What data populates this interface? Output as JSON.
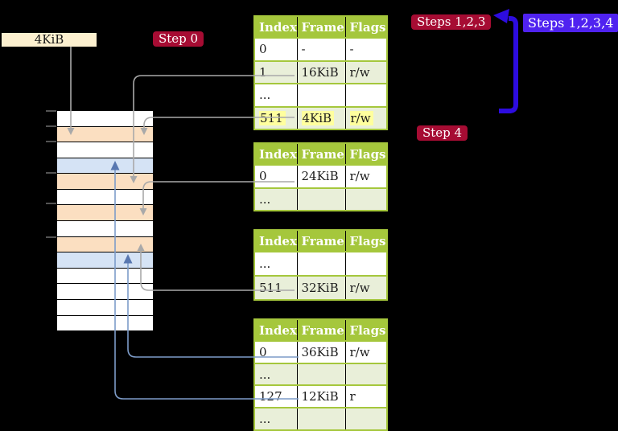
{
  "colors": {
    "header_green": "#a5c73c",
    "row_alt": "#e9efd9",
    "row_white": "#ffffff",
    "highlight": "#ffff9e",
    "frame_table": "#fbdfc1",
    "frame_page": "#d5e3f5",
    "badge_red": "#a60c33",
    "badge_blue": "#4f22f0",
    "arrow_blue": "#2d0ce0",
    "line_gray": "#a9a9a9",
    "line_blue": "#7d9cc9",
    "arrowhead_blue": "#5877b0",
    "label_box": "#fcf0cf"
  },
  "labels": {
    "frame_size": "4KiB",
    "step0": "Step 0",
    "steps123": "Steps 1,2,3",
    "steps1234": "Steps 1,2,3,4",
    "step4": "Step 4"
  },
  "tables": [
    {
      "columns": [
        "Index",
        "Frame",
        "Flags"
      ],
      "rows": [
        {
          "cells": [
            "0",
            "-",
            "-"
          ]
        },
        {
          "cells": [
            "1",
            "16KiB",
            "r/w"
          ]
        },
        {
          "cells": [
            "...",
            "",
            ""
          ]
        },
        {
          "cells": [
            "511",
            "4KiB",
            "r/w"
          ],
          "highlighted": true
        }
      ]
    },
    {
      "columns": [
        "Index",
        "Frame",
        "Flags"
      ],
      "rows": [
        {
          "cells": [
            "0",
            "24KiB",
            "r/w"
          ]
        },
        {
          "cells": [
            "...",
            "",
            ""
          ]
        }
      ]
    },
    {
      "columns": [
        "Index",
        "Frame",
        "Flags"
      ],
      "rows": [
        {
          "cells": [
            "...",
            "",
            ""
          ]
        },
        {
          "cells": [
            "511",
            "32KiB",
            "r/w"
          ]
        }
      ]
    },
    {
      "columns": [
        "Index",
        "Frame",
        "Flags"
      ],
      "rows": [
        {
          "cells": [
            "0",
            "36KiB",
            "r/w"
          ]
        },
        {
          "cells": [
            "...",
            "",
            ""
          ]
        },
        {
          "cells": [
            "127",
            "12KiB",
            "r"
          ]
        },
        {
          "cells": [
            "...",
            "",
            ""
          ]
        }
      ]
    }
  ],
  "memory_strip": {
    "rows": [
      "empty",
      "table",
      "empty",
      "page",
      "table",
      "empty",
      "table",
      "empty",
      "table",
      "page",
      "empty",
      "empty",
      "empty",
      "empty"
    ]
  }
}
